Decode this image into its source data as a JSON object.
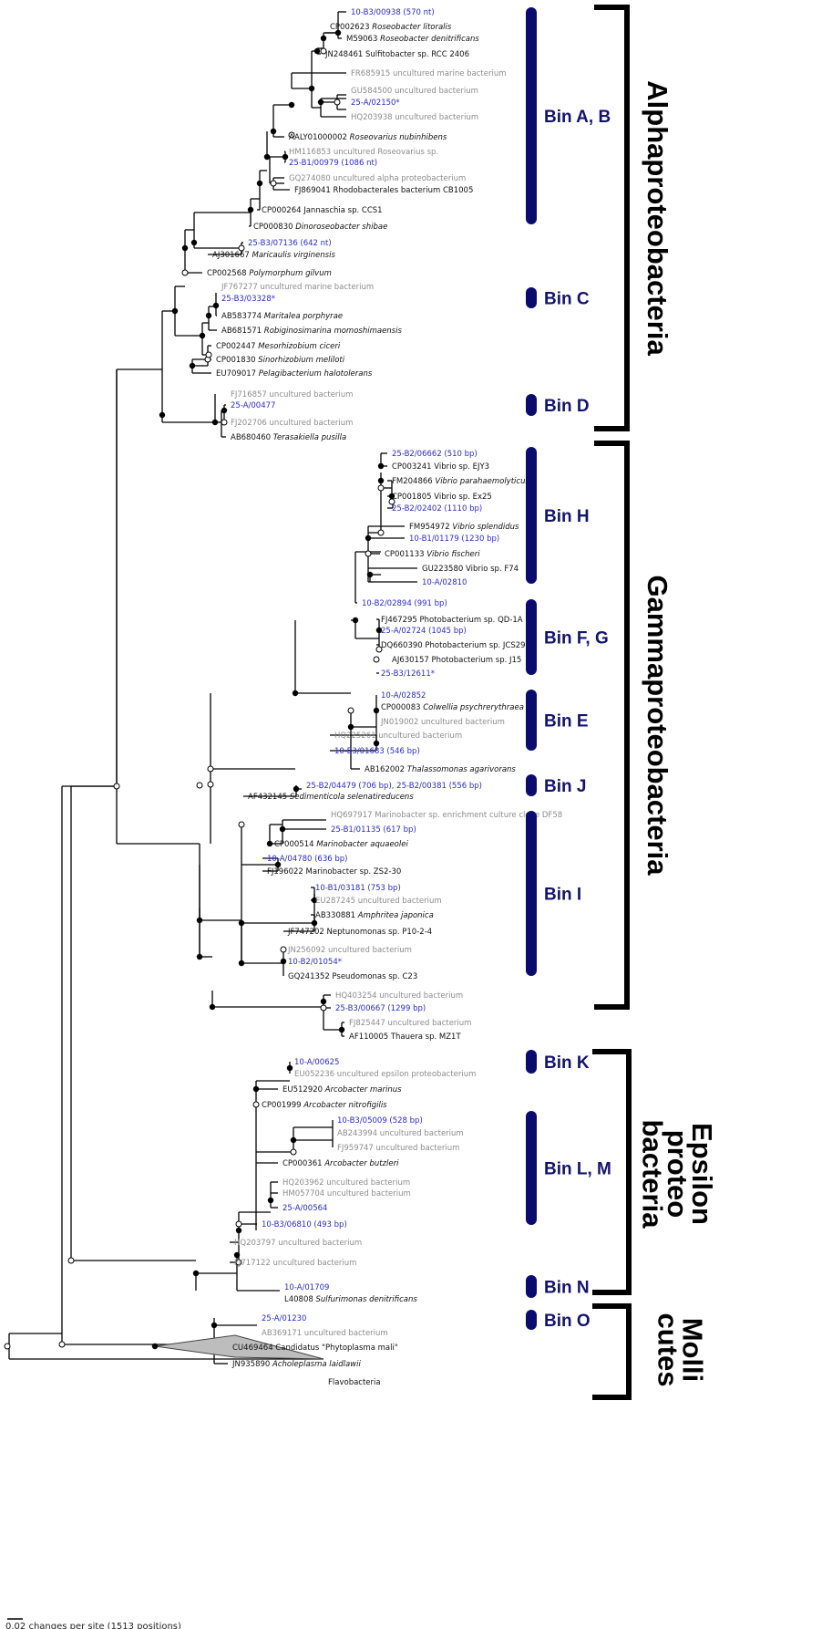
{
  "colors": {
    "sample_leaf": "#2a2ad0",
    "reference_leaf": "#111111",
    "uncultured_leaf": "#8c8c8c",
    "bin_bar": "#0b0b6e",
    "bin_text": "#14146e",
    "branch": "#000000"
  },
  "leaves": [
    {
      "text": "10-B3/00938 (570 nt)",
      "color": "blue"
    },
    {
      "text": "CP002623 ",
      "italic": "Roseobacter litoralis",
      "color": "black"
    },
    {
      "text": "M59063 ",
      "italic": "Roseobacter denitrificans",
      "color": "black"
    },
    {
      "text": "JN248461 Sulfitobacter sp. RCC 2406",
      "color": "black"
    },
    {
      "text": "FR685915 uncultured marine bacterium",
      "color": "gray"
    },
    {
      "text": "GU584500 uncultured bacterium",
      "color": "gray"
    },
    {
      "text": "25-A/02150*",
      "color": "blue"
    },
    {
      "text": "HQ203938 uncultured bacterium",
      "color": "gray"
    },
    {
      "text": "AALY01000002 ",
      "italic": "Roseovarius nubinhibens",
      "color": "black"
    },
    {
      "text": "HM116853 uncultured Roseovarius sp.",
      "color": "gray"
    },
    {
      "text": "25-B1/00979 (1086 nt)",
      "color": "blue"
    },
    {
      "text": "GQ274080 uncultured alpha proteobacterium",
      "color": "gray"
    },
    {
      "text": "FJ869041 Rhodobacterales bacterium CB1005",
      "color": "black"
    },
    {
      "text": "CP000264 Jannaschia sp. CCS1",
      "color": "black"
    },
    {
      "text": "CP000830 ",
      "italic": "Dinoroseobacter shibae",
      "color": "black"
    },
    {
      "text": "25-B3/07136 (642 nt)",
      "color": "blue"
    },
    {
      "text": "AJ301667 ",
      "italic": "Maricaulis virginensis",
      "color": "black"
    },
    {
      "text": "CP002568 ",
      "italic": "Polymorphum gilvum",
      "color": "black"
    },
    {
      "text": "JF767277 uncultured marine bacterium",
      "color": "gray"
    },
    {
      "text": "25-B3/03328*",
      "color": "blue"
    },
    {
      "text": "AB583774 ",
      "italic": "Maritalea porphyrae",
      "color": "black"
    },
    {
      "text": "AB681571 ",
      "italic": "Robiginosimarina momoshimaensis",
      "color": "black"
    },
    {
      "text": "CP002447 ",
      "italic": "Mesorhizobium ciceri",
      "color": "black"
    },
    {
      "text": "CP001830 ",
      "italic": "Sinorhizobium meliloti",
      "color": "black"
    },
    {
      "text": "EU709017 ",
      "italic": "Pelagibacterium halotolerans",
      "color": "black"
    },
    {
      "text": "FJ716857 uncultured bacterium",
      "color": "gray"
    },
    {
      "text": "25-A/00477",
      "color": "blue"
    },
    {
      "text": "FJ202706 uncultured bacterium",
      "color": "gray"
    },
    {
      "text": "AB680460 ",
      "italic": "Terasakiella pusilla",
      "color": "black"
    },
    {
      "text": "25-B2/06662 (510 bp)",
      "color": "blue"
    },
    {
      "text": "CP003241 Vibrio sp. EJY3",
      "color": "black"
    },
    {
      "text": "FM204866 ",
      "italic": "Vibrio parahaemolyticus",
      "color": "black"
    },
    {
      "text": "CP001805 Vibrio sp. Ex25",
      "color": "black"
    },
    {
      "text": "25-B2/02402 (1110 bp)",
      "color": "blue"
    },
    {
      "text": "FM954972 ",
      "italic": "Vibrio splendidus",
      "color": "black"
    },
    {
      "text": "10-B1/01179 (1230 bp)",
      "color": "blue"
    },
    {
      "text": "CP001133 ",
      "italic": "Vibrio fischeri",
      "color": "black"
    },
    {
      "text": "GU223580 Vibrio sp. F74",
      "color": "black"
    },
    {
      "text": "10-A/02810",
      "color": "blue"
    },
    {
      "text": "10-B2/02894 (991 bp)",
      "color": "blue"
    },
    {
      "text": "FJ467295 Photobacterium sp. QD-1A",
      "color": "black"
    },
    {
      "text": "25-A/02724 (1045 bp)",
      "color": "blue"
    },
    {
      "text": "DQ660390 Photobacterium sp. JCS290",
      "color": "black"
    },
    {
      "text": "AJ630157 Photobacterium sp. J15",
      "color": "black"
    },
    {
      "text": "25-B3/12611*",
      "color": "blue"
    },
    {
      "text": "10-A/02852",
      "color": "blue"
    },
    {
      "text": "CP000083 ",
      "italic": "Colwellia psychrerythraea",
      "color": "black"
    },
    {
      "text": "JN019002 uncultured bacterium",
      "color": "gray"
    },
    {
      "text": "HQ225261 uncultured bacterium",
      "color": "gray"
    },
    {
      "text": "10-B3/01683 (546 bp)",
      "color": "blue"
    },
    {
      "text": "AB162002 ",
      "italic": "Thalassomonas agarivorans",
      "color": "black"
    },
    {
      "text": "25-B2/04479 (706 bp), 25-B2/00381 (556 bp)",
      "color": "blue"
    },
    {
      "text": "AF432145 ",
      "italic": "Sedimenticola selenatireducens",
      "color": "black"
    },
    {
      "text": "HQ697917 Marinobacter sp. enrichment culture clone DF58",
      "color": "gray"
    },
    {
      "text": "25-B1/01135 (617 bp)",
      "color": "blue"
    },
    {
      "text": "CP000514 ",
      "italic": "Marinobacter aquaeolei",
      "color": "black"
    },
    {
      "text": "10-A/04780 (636 bp)",
      "color": "blue"
    },
    {
      "text": "FJ196022 Marinobacter sp. ZS2-30",
      "color": "black"
    },
    {
      "text": "10-B1/03181 (753 bp)",
      "color": "blue"
    },
    {
      "text": "EU287245 uncultured bacterium",
      "color": "gray"
    },
    {
      "text": "AB330881 ",
      "italic": "Amphritea japonica",
      "color": "black"
    },
    {
      "text": "JF747202 Neptunomonas sp. P10-2-4",
      "color": "black"
    },
    {
      "text": "JN256092 uncultured bacterium",
      "color": "gray"
    },
    {
      "text": "10-B2/01054*",
      "color": "blue"
    },
    {
      "text": "GQ241352 Pseudomonas sp. C23",
      "color": "black"
    },
    {
      "text": "HQ403254 uncultured bacterium",
      "color": "gray"
    },
    {
      "text": "25-B3/00667 (1299 bp)",
      "color": "blue"
    },
    {
      "text": "FJ825447 uncultured bacterium",
      "color": "gray"
    },
    {
      "text": "AF110005 Thauera sp. MZ1T",
      "color": "black"
    },
    {
      "text": "10-A/00625",
      "color": "blue"
    },
    {
      "text": "EU052236 uncultured epsilon proteobacterium",
      "color": "gray"
    },
    {
      "text": "EU512920 ",
      "italic": "Arcobacter marinus",
      "color": "black"
    },
    {
      "text": "CP001999 ",
      "italic": "Arcobacter nitrofigilis",
      "color": "black"
    },
    {
      "text": "10-B3/05009 (528 bp)",
      "color": "blue"
    },
    {
      "text": "AB243994 uncultured bacterium",
      "color": "gray"
    },
    {
      "text": "FJ959747 uncultured bacterium",
      "color": "gray"
    },
    {
      "text": "CP000361 ",
      "italic": "Arcobacter butzleri",
      "color": "black"
    },
    {
      "text": "HQ203962 uncultured bacterium",
      "color": "gray"
    },
    {
      "text": "HM057704 uncultured bacterium",
      "color": "gray"
    },
    {
      "text": "25-A/00564",
      "color": "blue"
    },
    {
      "text": "10-B3/06810 (493 bp)",
      "color": "blue"
    },
    {
      "text": "HQ203797 uncultured bacterium",
      "color": "gray"
    },
    {
      "text": "FJ717122 uncultured bacterium",
      "color": "gray"
    },
    {
      "text": "10-A/01709",
      "color": "blue"
    },
    {
      "text": "L40808 ",
      "italic": "Sulfurimonas denitrificans",
      "color": "black"
    },
    {
      "text": "25-A/01230",
      "color": "blue"
    },
    {
      "text": "AB369171 uncultured bacterium",
      "color": "gray"
    },
    {
      "text": "CU469464 Candidatus \"Phytoplasma mali\"",
      "color": "black"
    },
    {
      "text": "JN935890 ",
      "italic": "Acholeplasma laidlawii",
      "color": "black"
    },
    {
      "text": "Flavobacteria",
      "color": "black"
    }
  ],
  "bins": [
    {
      "label": "Bin A, B"
    },
    {
      "label": "Bin C"
    },
    {
      "label": "Bin D"
    },
    {
      "label": "Bin H"
    },
    {
      "label": "Bin F, G"
    },
    {
      "label": "Bin E"
    },
    {
      "label": "Bin J"
    },
    {
      "label": "Bin I"
    },
    {
      "label": "Bin K"
    },
    {
      "label": "Bin L, M"
    },
    {
      "label": "Bin N"
    },
    {
      "label": "Bin O"
    }
  ],
  "groups": [
    {
      "lines": [
        "Alphaproteobacteria"
      ]
    },
    {
      "lines": [
        "Gammaproteobacteria"
      ]
    },
    {
      "lines": [
        "Epsilon",
        "proteo",
        "bacteria"
      ]
    },
    {
      "lines": [
        "Molli",
        "cutes"
      ]
    }
  ],
  "scale_label": "0.02 changes per site (1513 positions)"
}
